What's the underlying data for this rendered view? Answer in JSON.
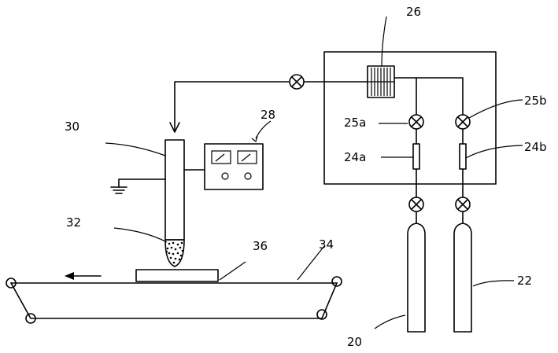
{
  "labels": {
    "gas_cylinder_a": "20",
    "gas_cylinder_b": "22",
    "flow_meter_a": "24a",
    "flow_meter_b": "24b",
    "valve_a": "25a",
    "valve_b": "25b",
    "mixer": "26",
    "power_supply": "28",
    "torch": "30",
    "nozzle": "32",
    "conveyor": "34",
    "workpiece": "36"
  }
}
